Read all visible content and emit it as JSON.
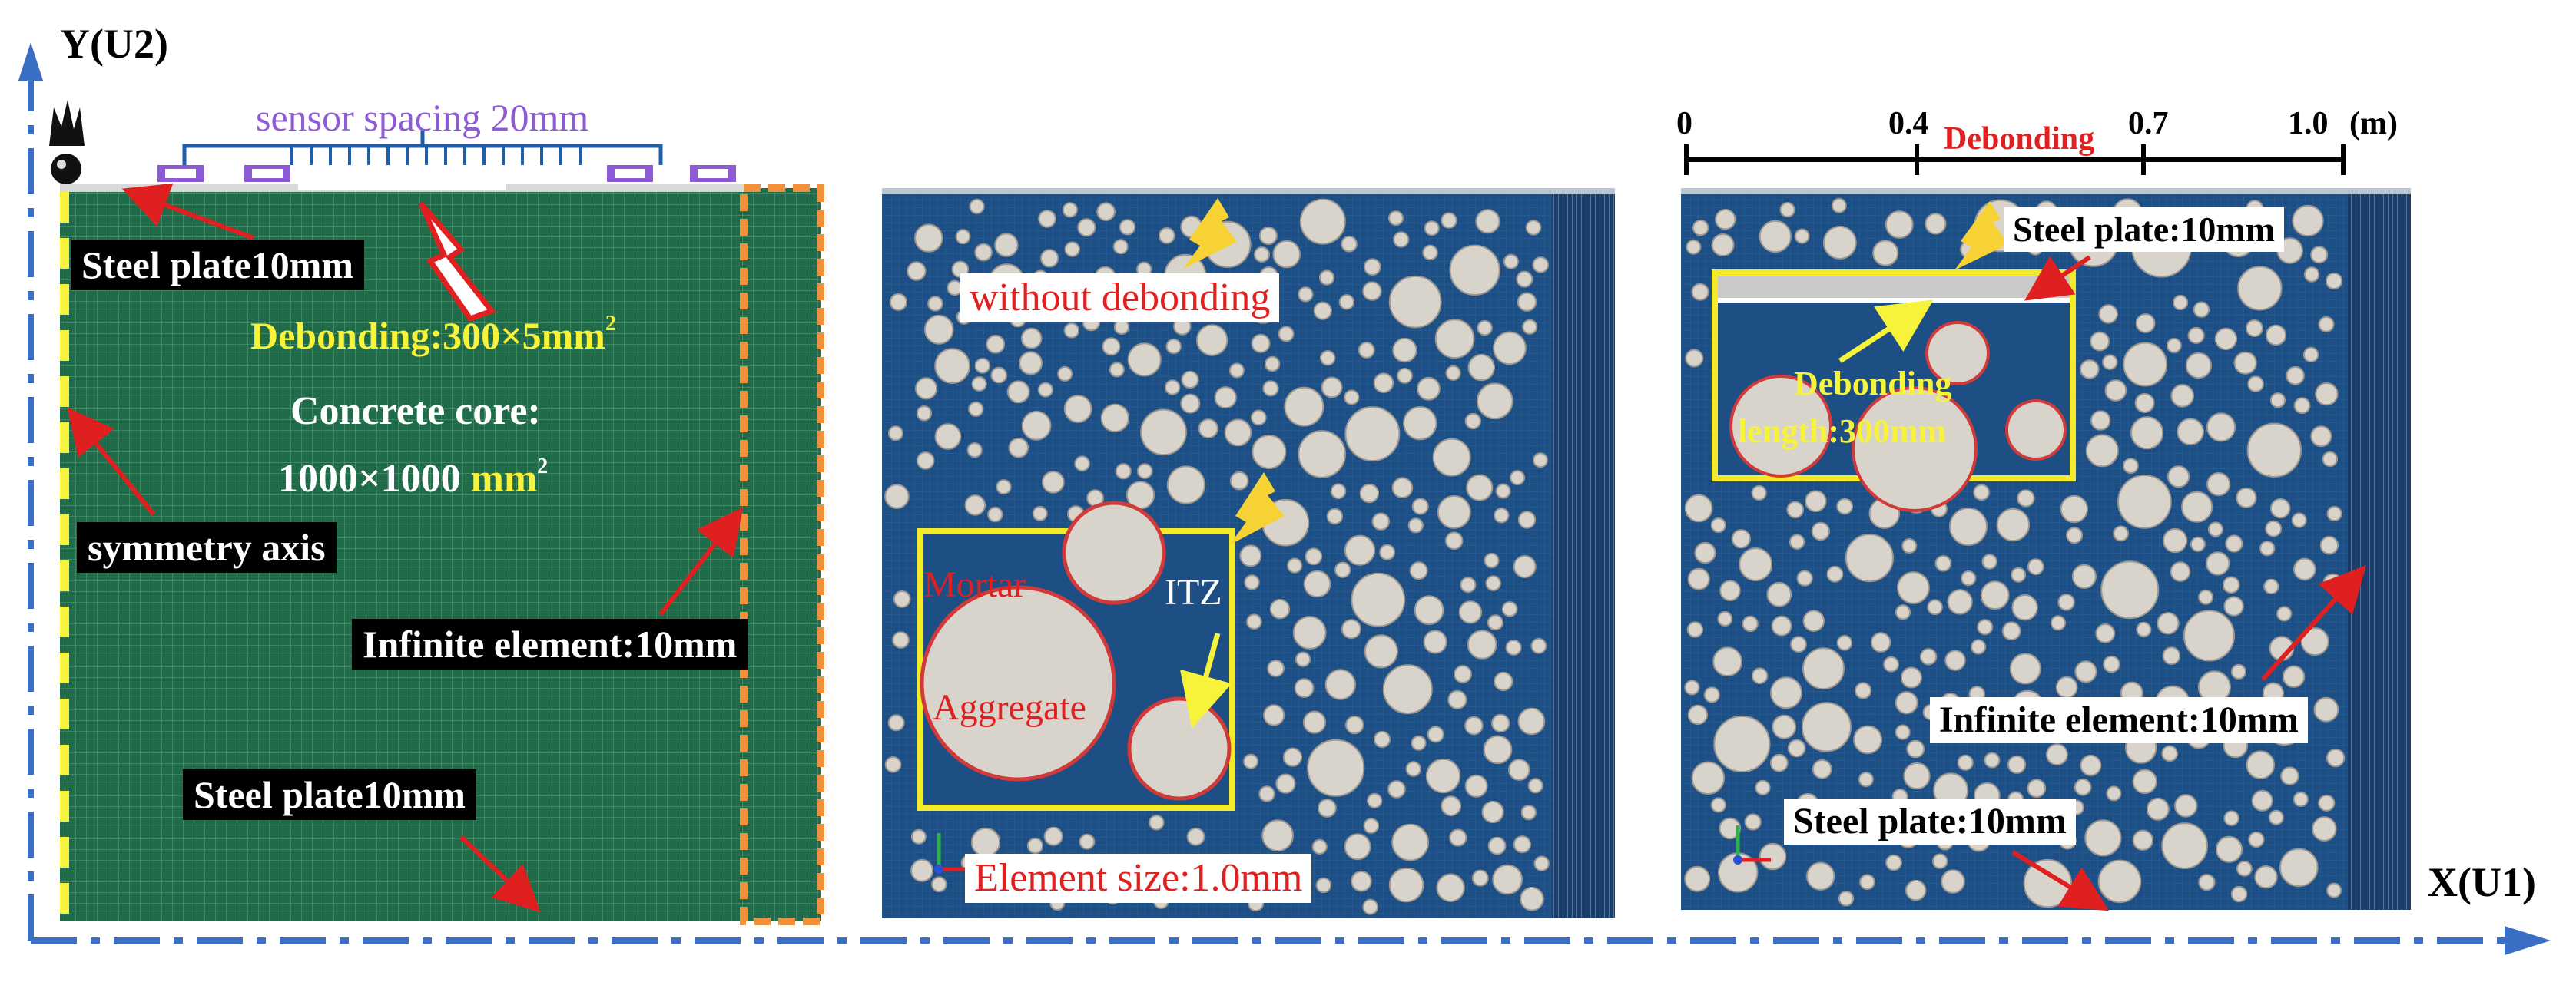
{
  "axes": {
    "y_label": "Y(U2)",
    "x_label": "X(U1)",
    "color": "#3b6ec5"
  },
  "panel_left": {
    "sensor_label": "sensor spacing 20mm",
    "steel_plate_top": "Steel plate10mm",
    "debonding": "Debonding:300×5mm",
    "debonding_sup": "2",
    "concrete_core_line1": "Concrete core:",
    "concrete_core_line2": "1000×1000",
    "concrete_core_unit": "mm",
    "concrete_core_sup": "2",
    "symmetry_axis": "symmetry axis",
    "infinite_element": "Infinite element:10mm",
    "steel_plate_bottom": "Steel plate10mm",
    "mesh_color": "#1f6b4a",
    "infinite_border_color": "#f0903a"
  },
  "panel_middle": {
    "without_debonding": "without debonding",
    "mortar": "Mortar",
    "itz": "ITZ",
    "aggregate": "Aggregate",
    "element_size": "Element size:1.0mm",
    "bg_color": "#1d4f85"
  },
  "panel_right": {
    "scale": {
      "ticks": [
        "0",
        "0.4",
        "0.7",
        "1.0"
      ],
      "unit": "(m)",
      "debonding": "Debonding"
    },
    "steel_plate_top": "Steel plate:10mm",
    "debonding_length_line1": "Debonding",
    "debonding_length_line2": "length:300mm",
    "infinite_element": "Infinite element:10mm",
    "steel_plate_bottom": "Steel plate:10mm"
  }
}
